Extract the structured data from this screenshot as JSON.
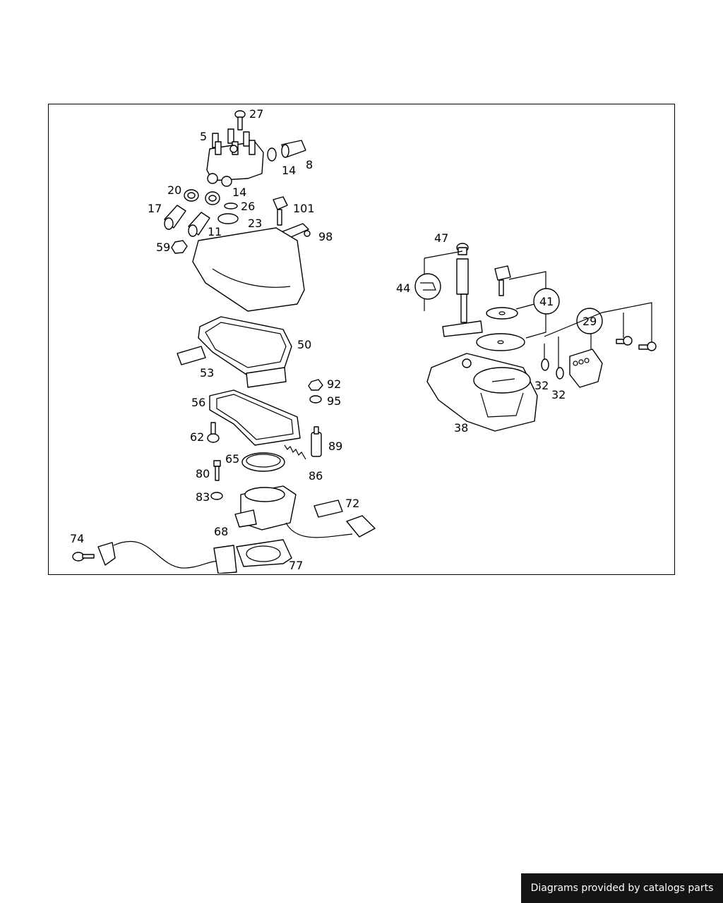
{
  "diagram": {
    "callouts": [
      {
        "id": "27",
        "label": "27"
      },
      {
        "id": "5",
        "label": "5"
      },
      {
        "id": "14a",
        "label": "14"
      },
      {
        "id": "8",
        "label": "8"
      },
      {
        "id": "20",
        "label": "20"
      },
      {
        "id": "14b",
        "label": "14"
      },
      {
        "id": "17",
        "label": "17"
      },
      {
        "id": "26",
        "label": "26"
      },
      {
        "id": "101",
        "label": "101"
      },
      {
        "id": "23",
        "label": "23"
      },
      {
        "id": "11",
        "label": "11"
      },
      {
        "id": "98",
        "label": "98"
      },
      {
        "id": "59",
        "label": "59"
      },
      {
        "id": "50",
        "label": "50"
      },
      {
        "id": "53",
        "label": "53"
      },
      {
        "id": "92",
        "label": "92"
      },
      {
        "id": "95",
        "label": "95"
      },
      {
        "id": "56",
        "label": "56"
      },
      {
        "id": "62",
        "label": "62"
      },
      {
        "id": "89",
        "label": "89"
      },
      {
        "id": "65",
        "label": "65"
      },
      {
        "id": "80",
        "label": "80"
      },
      {
        "id": "86",
        "label": "86"
      },
      {
        "id": "83",
        "label": "83"
      },
      {
        "id": "72",
        "label": "72"
      },
      {
        "id": "68",
        "label": "68"
      },
      {
        "id": "74",
        "label": "74"
      },
      {
        "id": "77",
        "label": "77"
      },
      {
        "id": "47",
        "label": "47"
      },
      {
        "id": "44",
        "label": "44"
      },
      {
        "id": "41",
        "label": "41"
      },
      {
        "id": "29",
        "label": "29"
      },
      {
        "id": "32a",
        "label": "32"
      },
      {
        "id": "32b",
        "label": "32"
      },
      {
        "id": "38",
        "label": "38"
      }
    ]
  },
  "footer": {
    "credit": "Diagrams provided by catalogs parts"
  }
}
